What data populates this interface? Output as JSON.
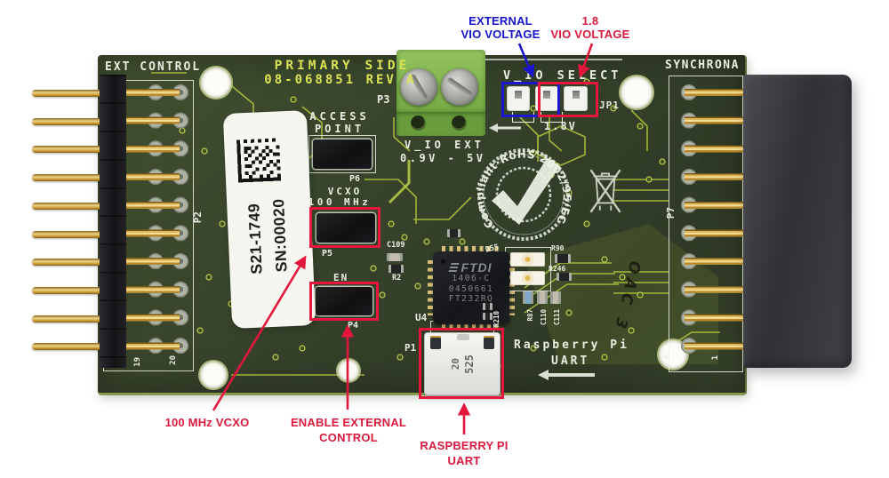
{
  "annotations": {
    "external_vio": {
      "line1": "EXTERNAL",
      "line2": "VIO VOLTAGE"
    },
    "vio18": {
      "line1": "1.8",
      "line2": "VIO VOLTAGE"
    },
    "vcxo_label": "100 MHz VCXO",
    "enable_label": {
      "line1": "ENABLE EXTERNAL",
      "line2": "CONTROL"
    },
    "uart_label": {
      "line1": "RASPBERRY PI",
      "line2": "UART"
    }
  },
  "silkscreen": {
    "ext_control": "EXT CONTROL",
    "primary_side": "PRIMARY SIDE",
    "part_number": "08-068851 REV A",
    "synchrona": "SYNCHRONA",
    "v_io_select": "V_IO SELECT",
    "v_io_ext": "V_IO EXT",
    "v_io_ext_range": "0.9V - 5V",
    "jp1": "JP1",
    "v18": "1.8V",
    "access_point_1": "ACCESS",
    "access_point_2": "POINT",
    "vcxo": "VCXO",
    "vcxo_freq": "100 MHz",
    "en": "EN",
    "p1": "P1",
    "p2": "P2",
    "p3": "P3",
    "p4": "P4",
    "p5": "P5",
    "p6": "P6",
    "p7": "P7",
    "u4": "U4",
    "raspberry_pi": "Raspberry Pi",
    "uart": "UART",
    "c109": "C109",
    "r2": "R2",
    "d55": "D55",
    "r90": "R90",
    "r246": "R246",
    "r87": "R87",
    "c110": "C110",
    "c111": "C111",
    "r210": "R210",
    "pin19": "19",
    "pin20": "20",
    "pin2": "2",
    "pin1": "1"
  },
  "label_sticker": {
    "serial": "S21-1749",
    "sn": "SN:00020"
  },
  "ic": {
    "logo": "FTDI",
    "mark1": "1406-C",
    "mark2": "0450661",
    "mark3": "FT232RQ"
  },
  "usb": {
    "mark1": "20",
    "mark2": "525"
  },
  "rohs": {
    "text": "Compliant·RoHS 2002/95/EC"
  },
  "handwriting": "OAC 3",
  "colors": {
    "annotation_red": "#da1a3c",
    "annotation_blue": "#1414cd",
    "board_green": "#36422b",
    "trace_yellow": "#b4c93c",
    "silkscreen_white": "#e9ede2",
    "silkscreen_yellow": "#dbe356",
    "gold": "#dfb75c",
    "terminal_green": "#7fb54e"
  }
}
